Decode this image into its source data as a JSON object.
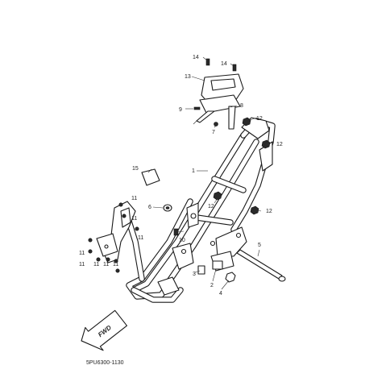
{
  "callouts": {
    "c1": "1",
    "c2": "2",
    "c3": "3",
    "c4": "4",
    "c5": "5",
    "c6": "6",
    "c7": "7",
    "c8": "8",
    "c9": "9",
    "c10": "10",
    "c11": "11",
    "c12": "12",
    "c13": "13",
    "c14": "14",
    "c15": "15"
  },
  "fwd_label": "FWD",
  "reference_code": "5PU6300-1130"
}
